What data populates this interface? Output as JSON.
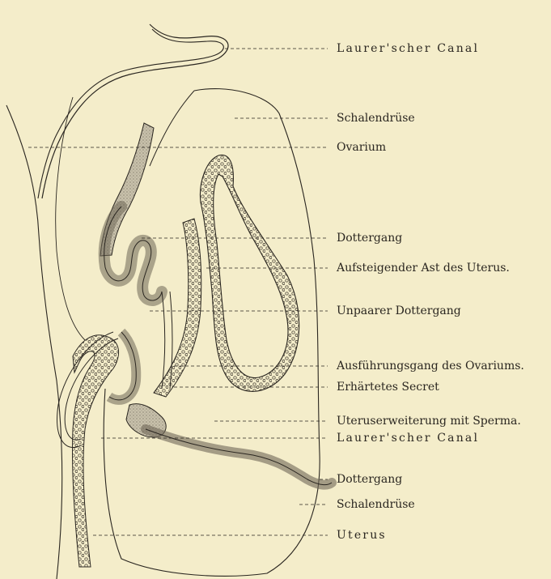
{
  "colors": {
    "paper": "#f4edca",
    "ink": "#2a2620",
    "shade": "#c9c3b0"
  },
  "labels": [
    {
      "id": "laurer-canal-top",
      "text": "Laurer'scher Canal"
    },
    {
      "id": "schalendruese-top",
      "text": "Schalendrüse"
    },
    {
      "id": "ovarium",
      "text": "Ovarium"
    },
    {
      "id": "dottergang-top",
      "text": "Dottergang"
    },
    {
      "id": "aufsteigender-ast",
      "text": "Aufsteigender Ast des Uterus."
    },
    {
      "id": "unpaarer-dottergang",
      "text": "Unpaarer Dottergang"
    },
    {
      "id": "ausfuehrungsgang",
      "text": "Ausführungsgang des Ovariums."
    },
    {
      "id": "erhaertetes-secret",
      "text": "Erhärtetes Secret"
    },
    {
      "id": "uteruserweiterung",
      "text": "Uteruserweiterung mit Sperma."
    },
    {
      "id": "laurer-canal-bottom",
      "text": "Laurer'scher Canal"
    },
    {
      "id": "dottergang-bottom",
      "text": "Dottergang"
    },
    {
      "id": "schalendruese-bottom",
      "text": "Schalendrüse"
    },
    {
      "id": "uterus",
      "text": "Uterus"
    }
  ]
}
